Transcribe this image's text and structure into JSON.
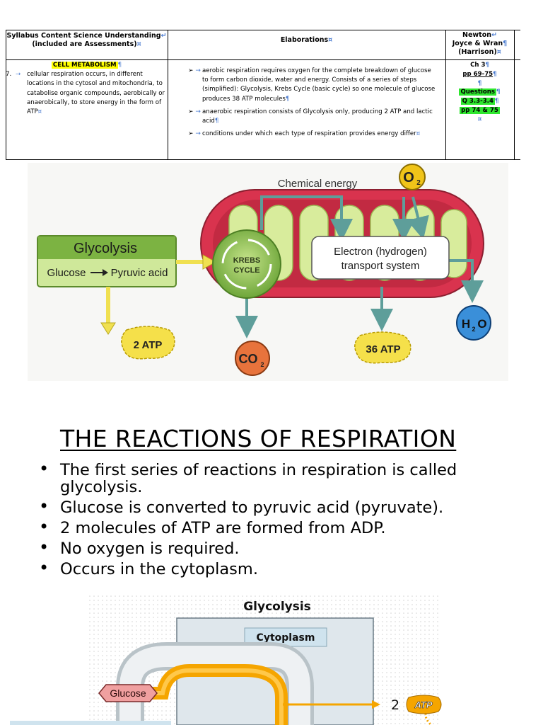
{
  "syllabus_table": {
    "header": {
      "col1_line1": "Syllabus Content Science Understanding",
      "col1_line2": "(included are Assessments)",
      "col2": "Elaborations",
      "col3_line1": "Newton",
      "col3_line2": "Joyce & Wran",
      "col3_line3": "(Harrison)"
    },
    "row": {
      "number": "7.",
      "topic": "CELL METABOLISM",
      "content_lines": [
        "cellular respiration occurs, in different",
        "locations in the cytosol and mitochondria, to",
        "catabolise organic compounds, aerobically or",
        "anaerobically, to store energy in the form of",
        "ATP"
      ],
      "elaborations": [
        [
          "aerobic respiration requires oxygen for the complete breakdown of glucose",
          "to form carbon dioxide, water and energy.  Consists of a series of steps",
          "(simplified): Glycolysis, Krebs Cycle (basic cycle) so one molecule of glucose",
          "produces 38 ATP molecules"
        ],
        [
          "anaerobic respiration consists of Glycolysis only, producing 2 ATP and lactic",
          "acid"
        ],
        [
          "conditions under which each type of respiration provides energy differ"
        ]
      ],
      "reference_lines": [
        "Ch 3",
        "pp 69-75"
      ],
      "questions_lines": [
        "Questions",
        "Q 3.3-3.4",
        "pp 74 & 75"
      ]
    }
  },
  "respiration_diagram": {
    "chemical_energy": "Chemical energy",
    "oxygen": "O",
    "oxygen_sub": "2",
    "glycolysis_title": "Glycolysis",
    "glucose": "Glucose",
    "pyruvic_acid": "Pyruvic acid",
    "krebs_line1": "KREBS",
    "krebs_line2": "CYCLE",
    "etc_line1": "Electron (hydrogen)",
    "etc_line2": "transport system",
    "atp_2": "2 ATP",
    "co2": "CO",
    "co2_sub": "2",
    "atp_36": "36 ATP",
    "water": "H",
    "water_sub": "2",
    "water_o": "O",
    "colors": {
      "mito_outer": "#d9334e",
      "mito_inner": "#d8ec9c",
      "glycolysis_fill": "#cfe89a",
      "glycolysis_header": "#7cb342",
      "arrow_teal": "#5e9e9a",
      "arrow_yellow": "#f0e050",
      "atp_yellow": "#f5e04a",
      "o2_yellow": "#f0c419",
      "co2_orange": "#e8733c",
      "water_blue": "#3a8fd9"
    }
  },
  "title": "THE REACTIONS OF RESPIRATION",
  "points": [
    "The first series of reactions in respiration is called glycolysis.",
    "Glucose is converted to pyruvic acid (pyruvate).",
    "2 molecules of ATP are formed from ADP.",
    "No oxygen is required.",
    "Occurs in the cytoplasm."
  ],
  "glycolysis_diagram": {
    "title": "Glycolysis",
    "cytoplasm": "Cytoplasm",
    "glucose": "Glucose",
    "atp_count": "2",
    "atp": "ATP",
    "colors": {
      "tube": "#f5a500",
      "cytoplasm": "#cfe3ee",
      "arrow": "#f5a500"
    }
  }
}
